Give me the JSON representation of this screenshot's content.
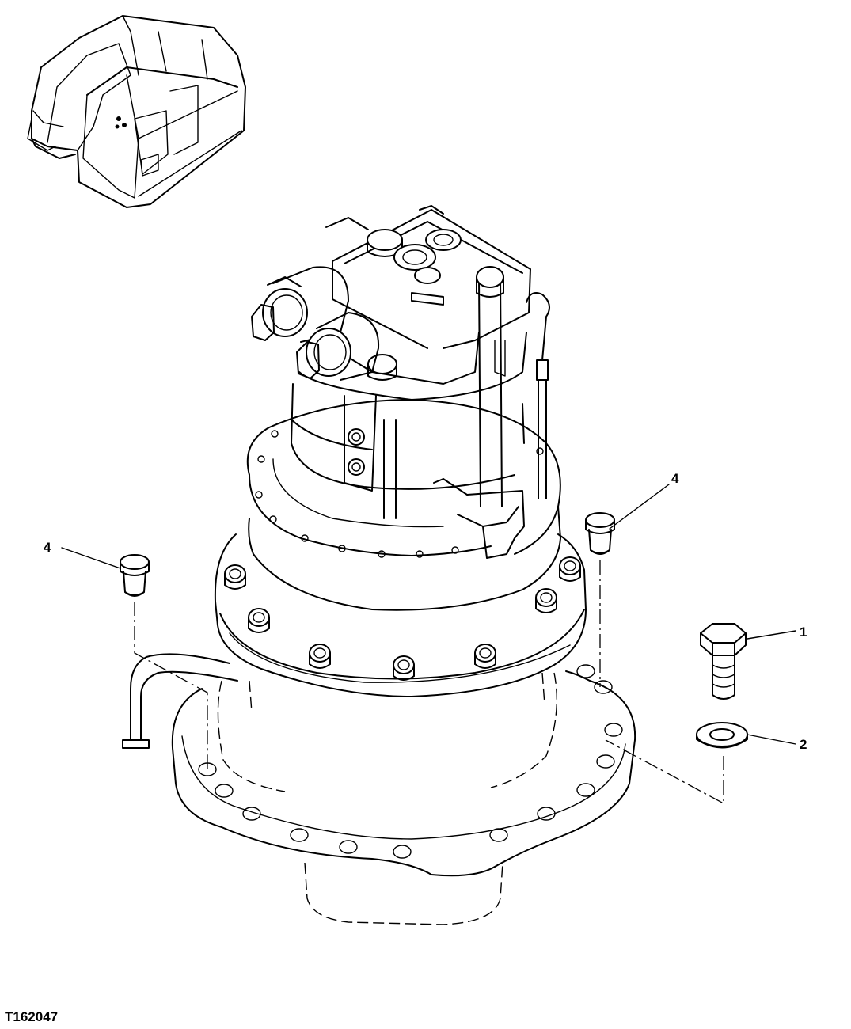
{
  "figure": {
    "id": "T162047"
  },
  "callouts": [
    {
      "id": "callout-1",
      "label": "1",
      "part": "cap-screw"
    },
    {
      "id": "callout-2",
      "label": "2",
      "part": "washer"
    },
    {
      "id": "callout-4-left",
      "label": "4",
      "part": "dowel-pin"
    },
    {
      "id": "callout-4-right",
      "label": "4",
      "part": "dowel-pin"
    }
  ],
  "colors": {
    "line": "#000000",
    "background": "#ffffff"
  }
}
